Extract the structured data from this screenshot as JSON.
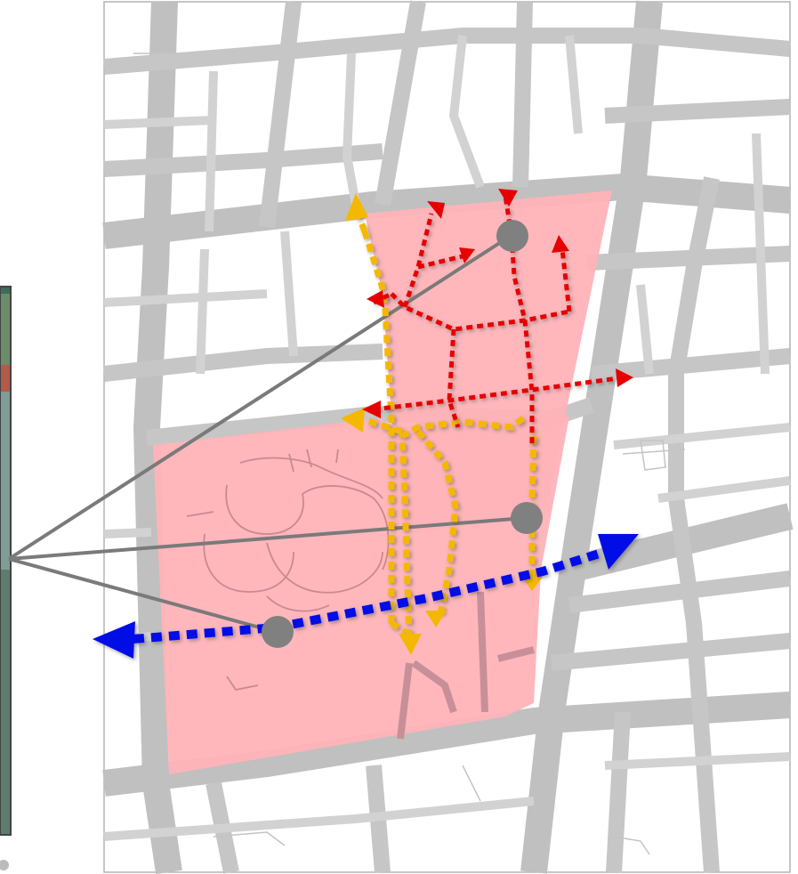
{
  "map": {
    "colors": {
      "background": "#ffffff",
      "frame": "#b3b3b3",
      "road_major": "#c0c0c0",
      "road_minor": "#d2d2d2",
      "alley": "#bdbdbd",
      "zone_fill": "#ffb3b8",
      "zone_interior_line": "#c98a8f",
      "callout_line": "#7a7a7a",
      "node_marker": "#808080",
      "route_yellow": "#f5b800",
      "route_red": "#e60000",
      "route_blue": "#0010e6",
      "photo_strip": "#3f6b5a"
    },
    "layers": {
      "zones": [
        "north-highlight-zone",
        "south-highlight-zone"
      ],
      "routes": [
        "yellow-pedestrian-routes",
        "red-internal-network",
        "blue-main-axis"
      ],
      "markers": [
        "node-marker-north",
        "node-marker-middle",
        "node-marker-south"
      ],
      "callouts": [
        "callout-to-north-node",
        "callout-to-middle-node",
        "callout-to-south-node"
      ],
      "inset": "photo-inset-strip"
    }
  }
}
